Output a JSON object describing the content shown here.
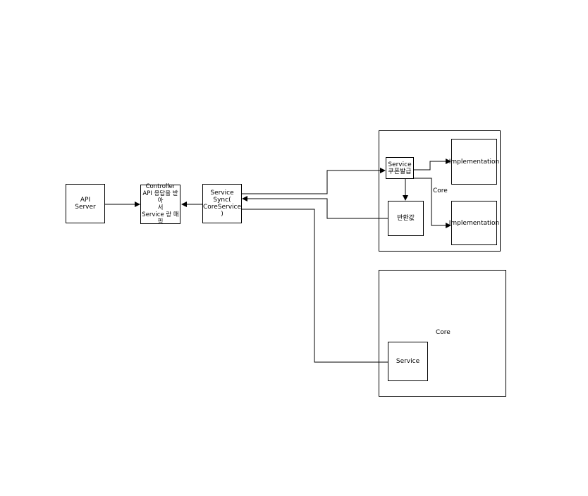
{
  "nodes": {
    "api_server": "API\nServer",
    "controller": "Controller\nAPI 응답을 받아\n서\nService 랑 매핑",
    "service_sync": "Service\nSync(\nCoreService\n)",
    "service_coupon": "Service\n쿠폰발급",
    "return_value": "반환값",
    "implementation_top": "Implementation",
    "implementation_bottom": "Implementation",
    "service_core": "Service"
  },
  "groups": {
    "core_top_label": "Core",
    "core_bottom_label": "Core"
  },
  "colors": {
    "stroke": "#000000",
    "background": "#ffffff"
  }
}
